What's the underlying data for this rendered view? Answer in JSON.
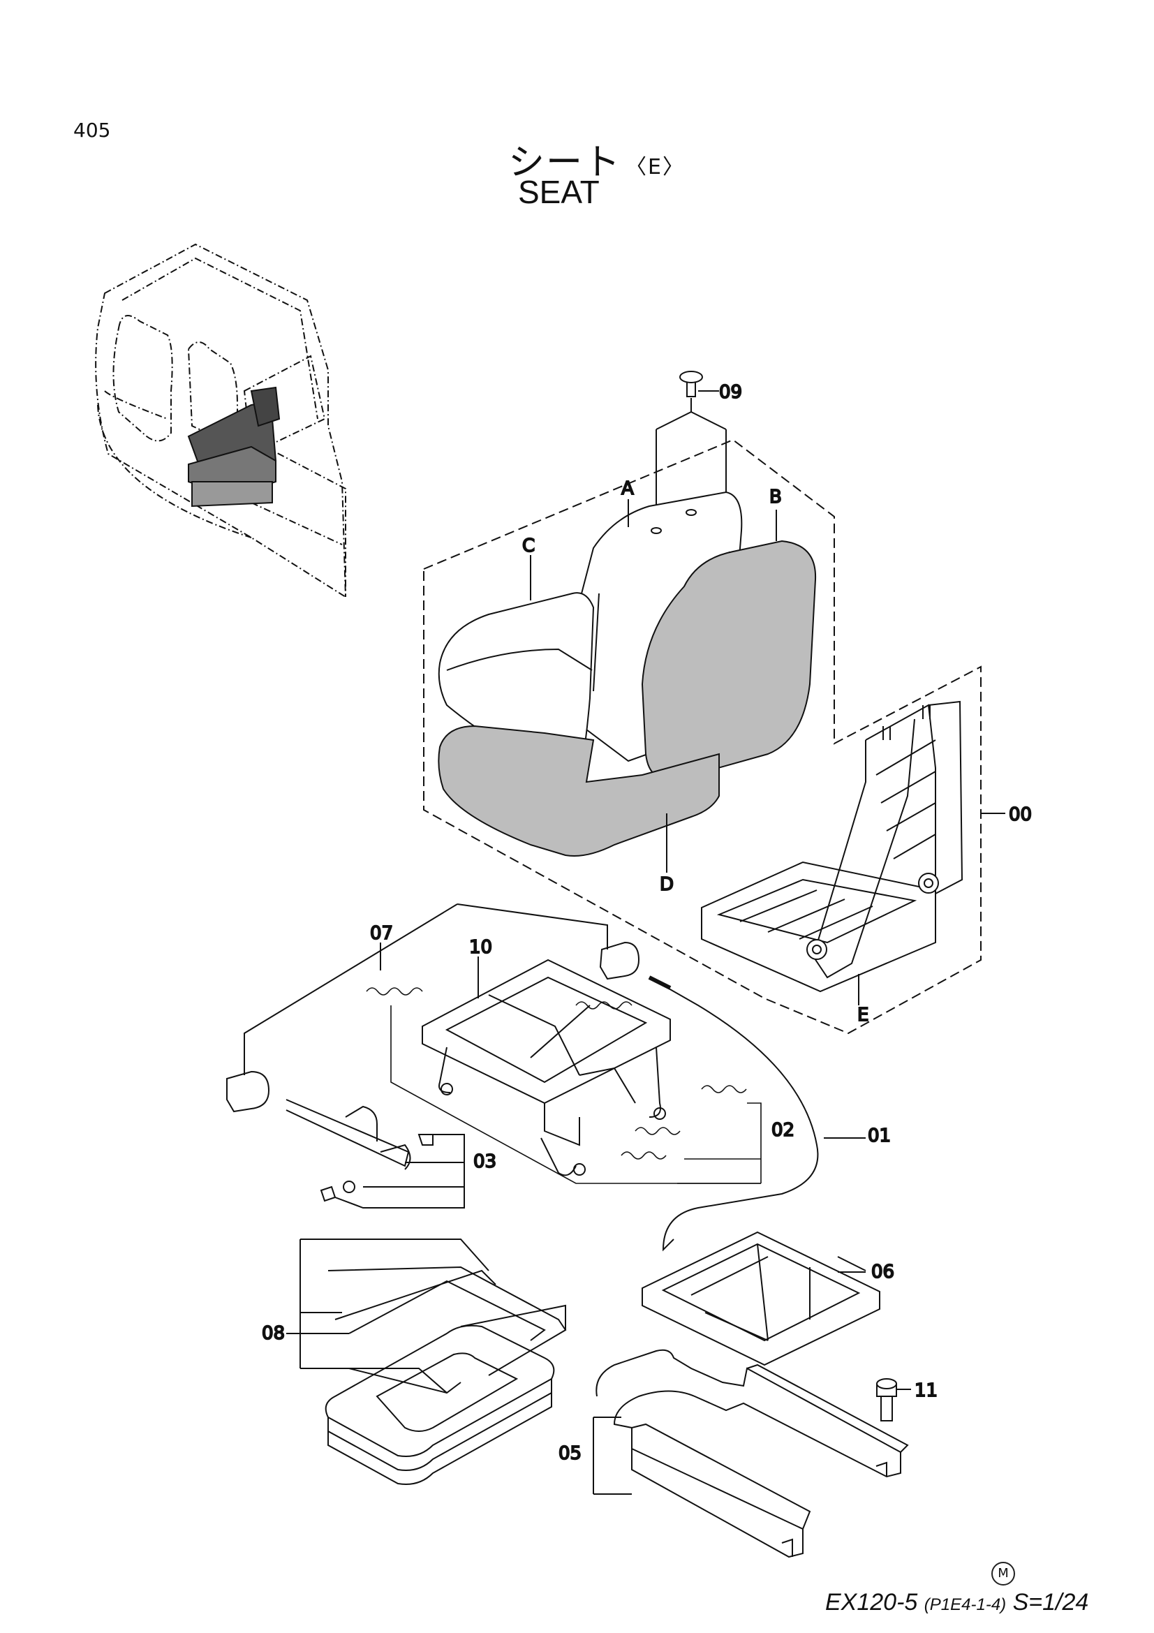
{
  "page_number": "405",
  "title_jp": "シート",
  "title_jp_variant": "〈E〉",
  "title_en": "SEAT",
  "footer": {
    "circle_mark": "M",
    "model": "EX120-5",
    "drawing_code": "(P1E4-1-4)",
    "scale": "S=1/24"
  },
  "labels": {
    "l09": "09",
    "lA": "A",
    "lB": "B",
    "lC": "C",
    "lD": "D",
    "lE": "E",
    "l00": "00",
    "l07": "07",
    "l10": "10",
    "l02": "02",
    "l01": "01",
    "l03": "03",
    "l06": "06",
    "l08": "08",
    "l11": "11",
    "l05": "05"
  },
  "colors": {
    "line": "#111111",
    "shade": "#bdbdbd"
  }
}
